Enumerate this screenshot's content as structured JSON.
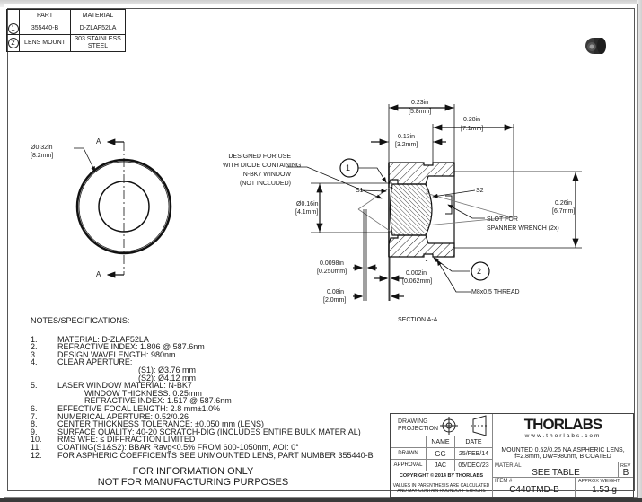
{
  "parts_table": {
    "headers": [
      "",
      "PART",
      "MATERIAL"
    ],
    "rows": [
      {
        "balloon": "1",
        "part": "355440-B",
        "material": "D-ZLAF52LA"
      },
      {
        "balloon": "2",
        "part": "LENS MOUNT",
        "material": "303 STAINLESS STEEL"
      }
    ]
  },
  "front_view": {
    "diameter_in": "Ø0.32in",
    "diameter_mm": "[8.2mm]",
    "section_mark_top": "A",
    "section_mark_bottom": "A"
  },
  "section_view": {
    "label": "SECTION A-A",
    "note_diode": [
      "DESIGNED FOR USE",
      "WITH DIODE CONTAINING",
      "N-BK7 WINDOW",
      "(NOT INCLUDED)"
    ],
    "balloon_1": "1",
    "balloon_2": "2",
    "surface_s1": "S1",
    "surface_s2": "S2",
    "slot_note": [
      "SLOT FOR",
      "SPANNER WRENCH (2x)"
    ],
    "thread_note": "M8x0.5 THREAD",
    "dims": {
      "overall_length_in": "0.23in",
      "overall_length_mm": "[5.8mm]",
      "lens_offset_in": "0.13in",
      "lens_offset_mm": "[3.2mm]",
      "working_in": "0.28in",
      "working_mm": "[7.1mm]",
      "aperture_in": "Ø0.16in",
      "aperture_mm": "[4.1mm]",
      "height_in": "0.26in",
      "height_mm": "[6.7mm]",
      "window_in": "0.0098in",
      "window_mm": "[0.250mm]",
      "gap_in": "0.002in",
      "gap_mm": "[0.062mm]",
      "diode_in": "0.08in",
      "diode_mm": "[2.0mm]"
    }
  },
  "notes": {
    "title": "NOTES/SPECIFICATIONS:",
    "items": [
      {
        "num": "1.",
        "text": "MATERIAL: D-ZLAF52LA"
      },
      {
        "num": "2.",
        "text": "REFRACTIVE INDEX: 1.806 @ 587.6nm"
      },
      {
        "num": "3.",
        "text": "DESIGN WAVELENGTH: 980nm"
      },
      {
        "num": "4.",
        "text": "CLEAR APERTURE:"
      },
      {
        "num": "",
        "text": "(S1): Ø3.76 mm",
        "indent": "sub1"
      },
      {
        "num": "",
        "text": "(S2): Ø4.12 mm",
        "indent": "sub1"
      },
      {
        "num": "5.",
        "text": "LASER WINDOW MATERIAL: N-BK7"
      },
      {
        "num": "",
        "text": "WINDOW THICKNESS: 0.25mm",
        "indent": "sub2"
      },
      {
        "num": "",
        "text": "REFRACTIVE INDEX: 1.517 @ 587.6nm",
        "indent": "sub2"
      },
      {
        "num": "6.",
        "text": "EFFECTIVE FOCAL LENGTH: 2.8 mm±1.0%"
      },
      {
        "num": "7.",
        "text": "NUMERICAL APERTURE: 0.52/0.26"
      },
      {
        "num": "8.",
        "text": "CENTER THICKNESS TOLERANCE: ±0.050 mm (LENS)"
      },
      {
        "num": "9.",
        "text": "SURFACE QUALITY: 40-20 SCRATCH-DIG (INCLUDES ENTIRE BULK MATERIAL)"
      },
      {
        "num": "10.",
        "text": "RMS WFE: ≤ DIFFRACTION LIMITED"
      },
      {
        "num": "11.",
        "text": "COATING(S1&S2): BBAR Ravg<0.5% FROM 600-1050nm, AOI: 0°"
      },
      {
        "num": "12.",
        "text": "FOR ASPHERIC COEFFICENTS SEE UNMOUNTED LENS, PART NUMBER 355440-B"
      }
    ],
    "disclaimer_line1": "FOR INFORMATION ONLY",
    "disclaimer_line2": "NOT FOR MANUFACTURING PURPOSES"
  },
  "title_block": {
    "drawing_projection": "DRAWING PROJECTION",
    "name_header": "NAME",
    "date_header": "DATE",
    "drawn_label": "DRAWN",
    "drawn_name": "GG",
    "drawn_date": "25/FEB/14",
    "approval_label": "APPROVAL",
    "approval_name": "JAC",
    "approval_date": "05/DEC/23",
    "copyright": "COPYRIGHT © 2014 BY THORLABS",
    "rounding_note_1": "VALUES IN PARENTHESIS ARE CALCULATED",
    "rounding_note_2": "AND MAY CONTAIN ROUNDOFF ERRORS",
    "logo": "THORLABS",
    "website": "www.thorlabs.com",
    "description_1": "MOUNTED 0.52/0.26 NA ASPHERIC LENS,",
    "description_2": "f=2.8mm, DW=980nm, B COATED",
    "material_label": "MATERIAL",
    "material_value": "SEE TABLE",
    "rev_label": "REV",
    "rev_value": "B",
    "item_label": "ITEM #",
    "item_value": "C440TMD-B",
    "weight_label": "APPROX WEIGHT",
    "weight_value": "1.53 g"
  }
}
